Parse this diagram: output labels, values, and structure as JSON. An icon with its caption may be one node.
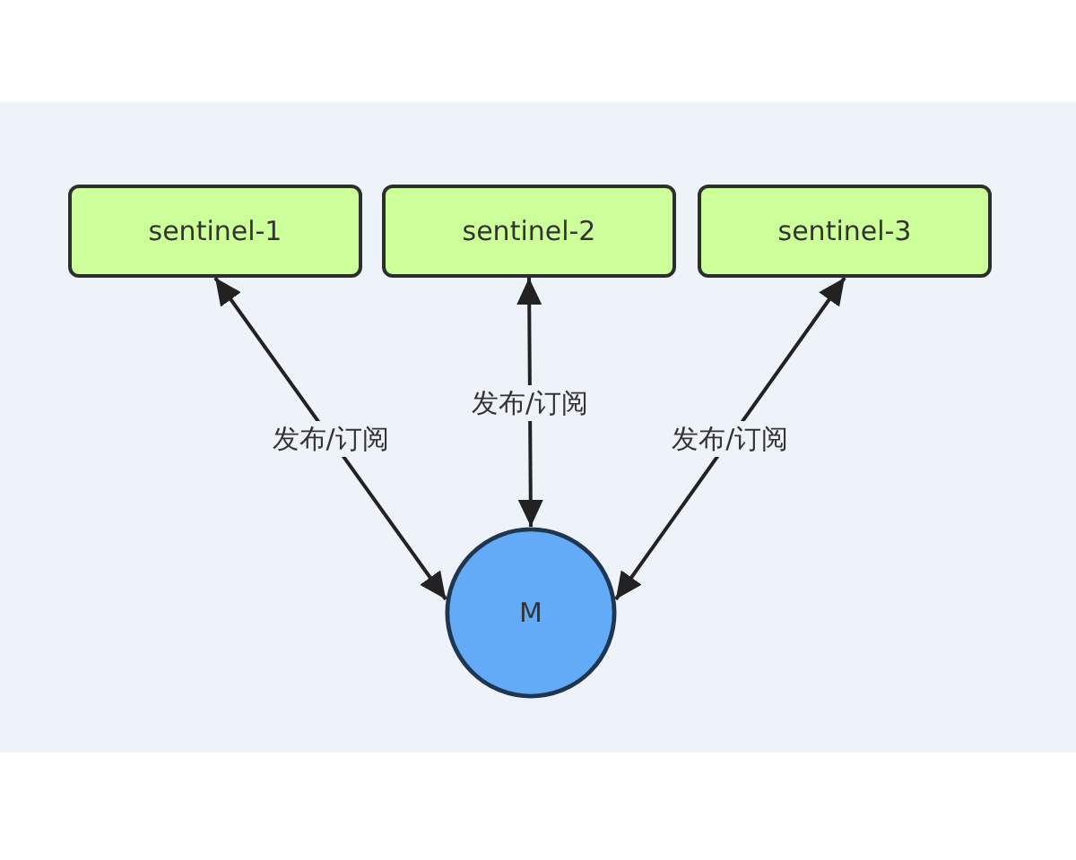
{
  "diagram": {
    "nodes": [
      {
        "text": [
          "sentinel-1"
        ]
      },
      {
        "text": [
          "sentinel-2"
        ]
      },
      {
        "text": [
          "sentinel-3"
        ]
      },
      {
        "text": [
          "M"
        ]
      }
    ],
    "edges": [
      {
        "from": 0,
        "to": 3,
        "arrow": "both",
        "label": "发布/订阅"
      },
      {
        "from": 1,
        "to": 3,
        "arrow": "both",
        "label": "发布/订阅"
      },
      {
        "from": 2,
        "to": 3,
        "arrow": "both",
        "label": "发布/订阅"
      }
    ]
  }
}
